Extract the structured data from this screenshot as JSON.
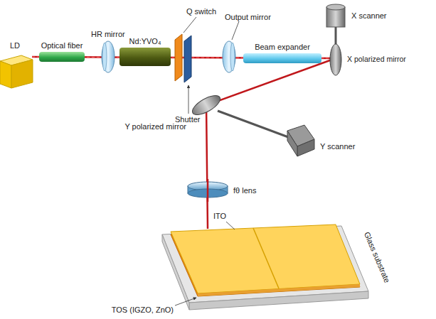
{
  "diagram": {
    "nodes": [
      {
        "text": [
          "Optical fiber"
        ]
      },
      {
        "text": [
          "Nd:YVO₄"
        ]
      },
      {
        "text": [
          "Beam expander"
        ]
      }
    ],
    "labels": [
      "LD",
      "HR mirror",
      "Q switch",
      "Output mirror",
      "X scanner",
      "X polarized mirror",
      "Shutter",
      "Y polarized mirror",
      "Y scanner",
      "fθ lens",
      "ITO",
      "Glass substrate",
      "TOS (IGZO, ZnO)"
    ]
  }
}
